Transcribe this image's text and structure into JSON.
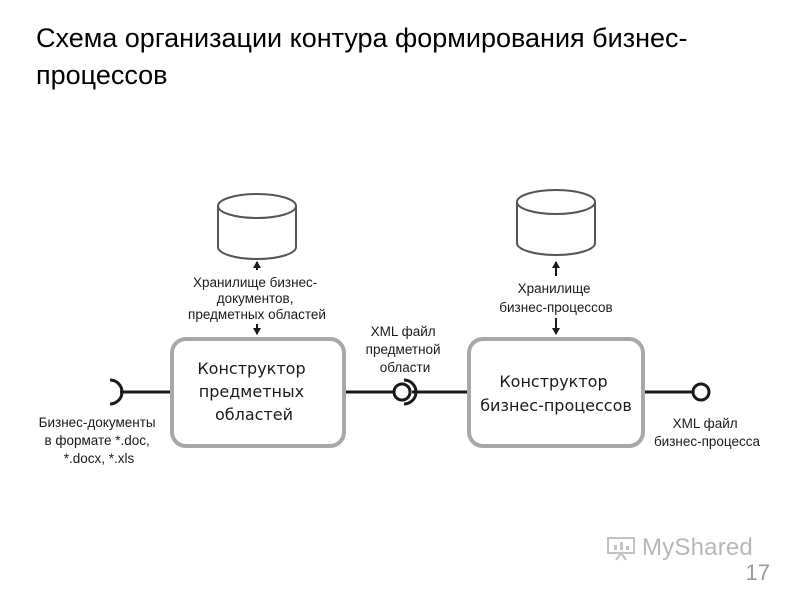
{
  "title": "Схема организации контура формирования бизнес-процессов",
  "page_number": "17",
  "watermark": "MyShared",
  "storage_domain": {
    "label_lines": [
      "Хранилище бизнес-",
      "документов,",
      "предметных областей"
    ]
  },
  "storage_process": {
    "label_lines": [
      "Хранилище",
      "бизнес-процессов"
    ]
  },
  "constructor_domain": {
    "label_lines": [
      "Конструктор",
      "предметных",
      "областей"
    ]
  },
  "constructor_process": {
    "label_lines": [
      "Конструктор",
      "бизнес-процессов"
    ]
  },
  "input_documents": {
    "label_lines": [
      "Бизнес-документы",
      "в формате *.doc,",
      "*.docx, *.xls"
    ]
  },
  "xml_domain": {
    "label_lines": [
      "XML файл",
      "предметной",
      "области"
    ]
  },
  "xml_process": {
    "label_lines": [
      "XML файл",
      "бизнес-процесса"
    ]
  }
}
